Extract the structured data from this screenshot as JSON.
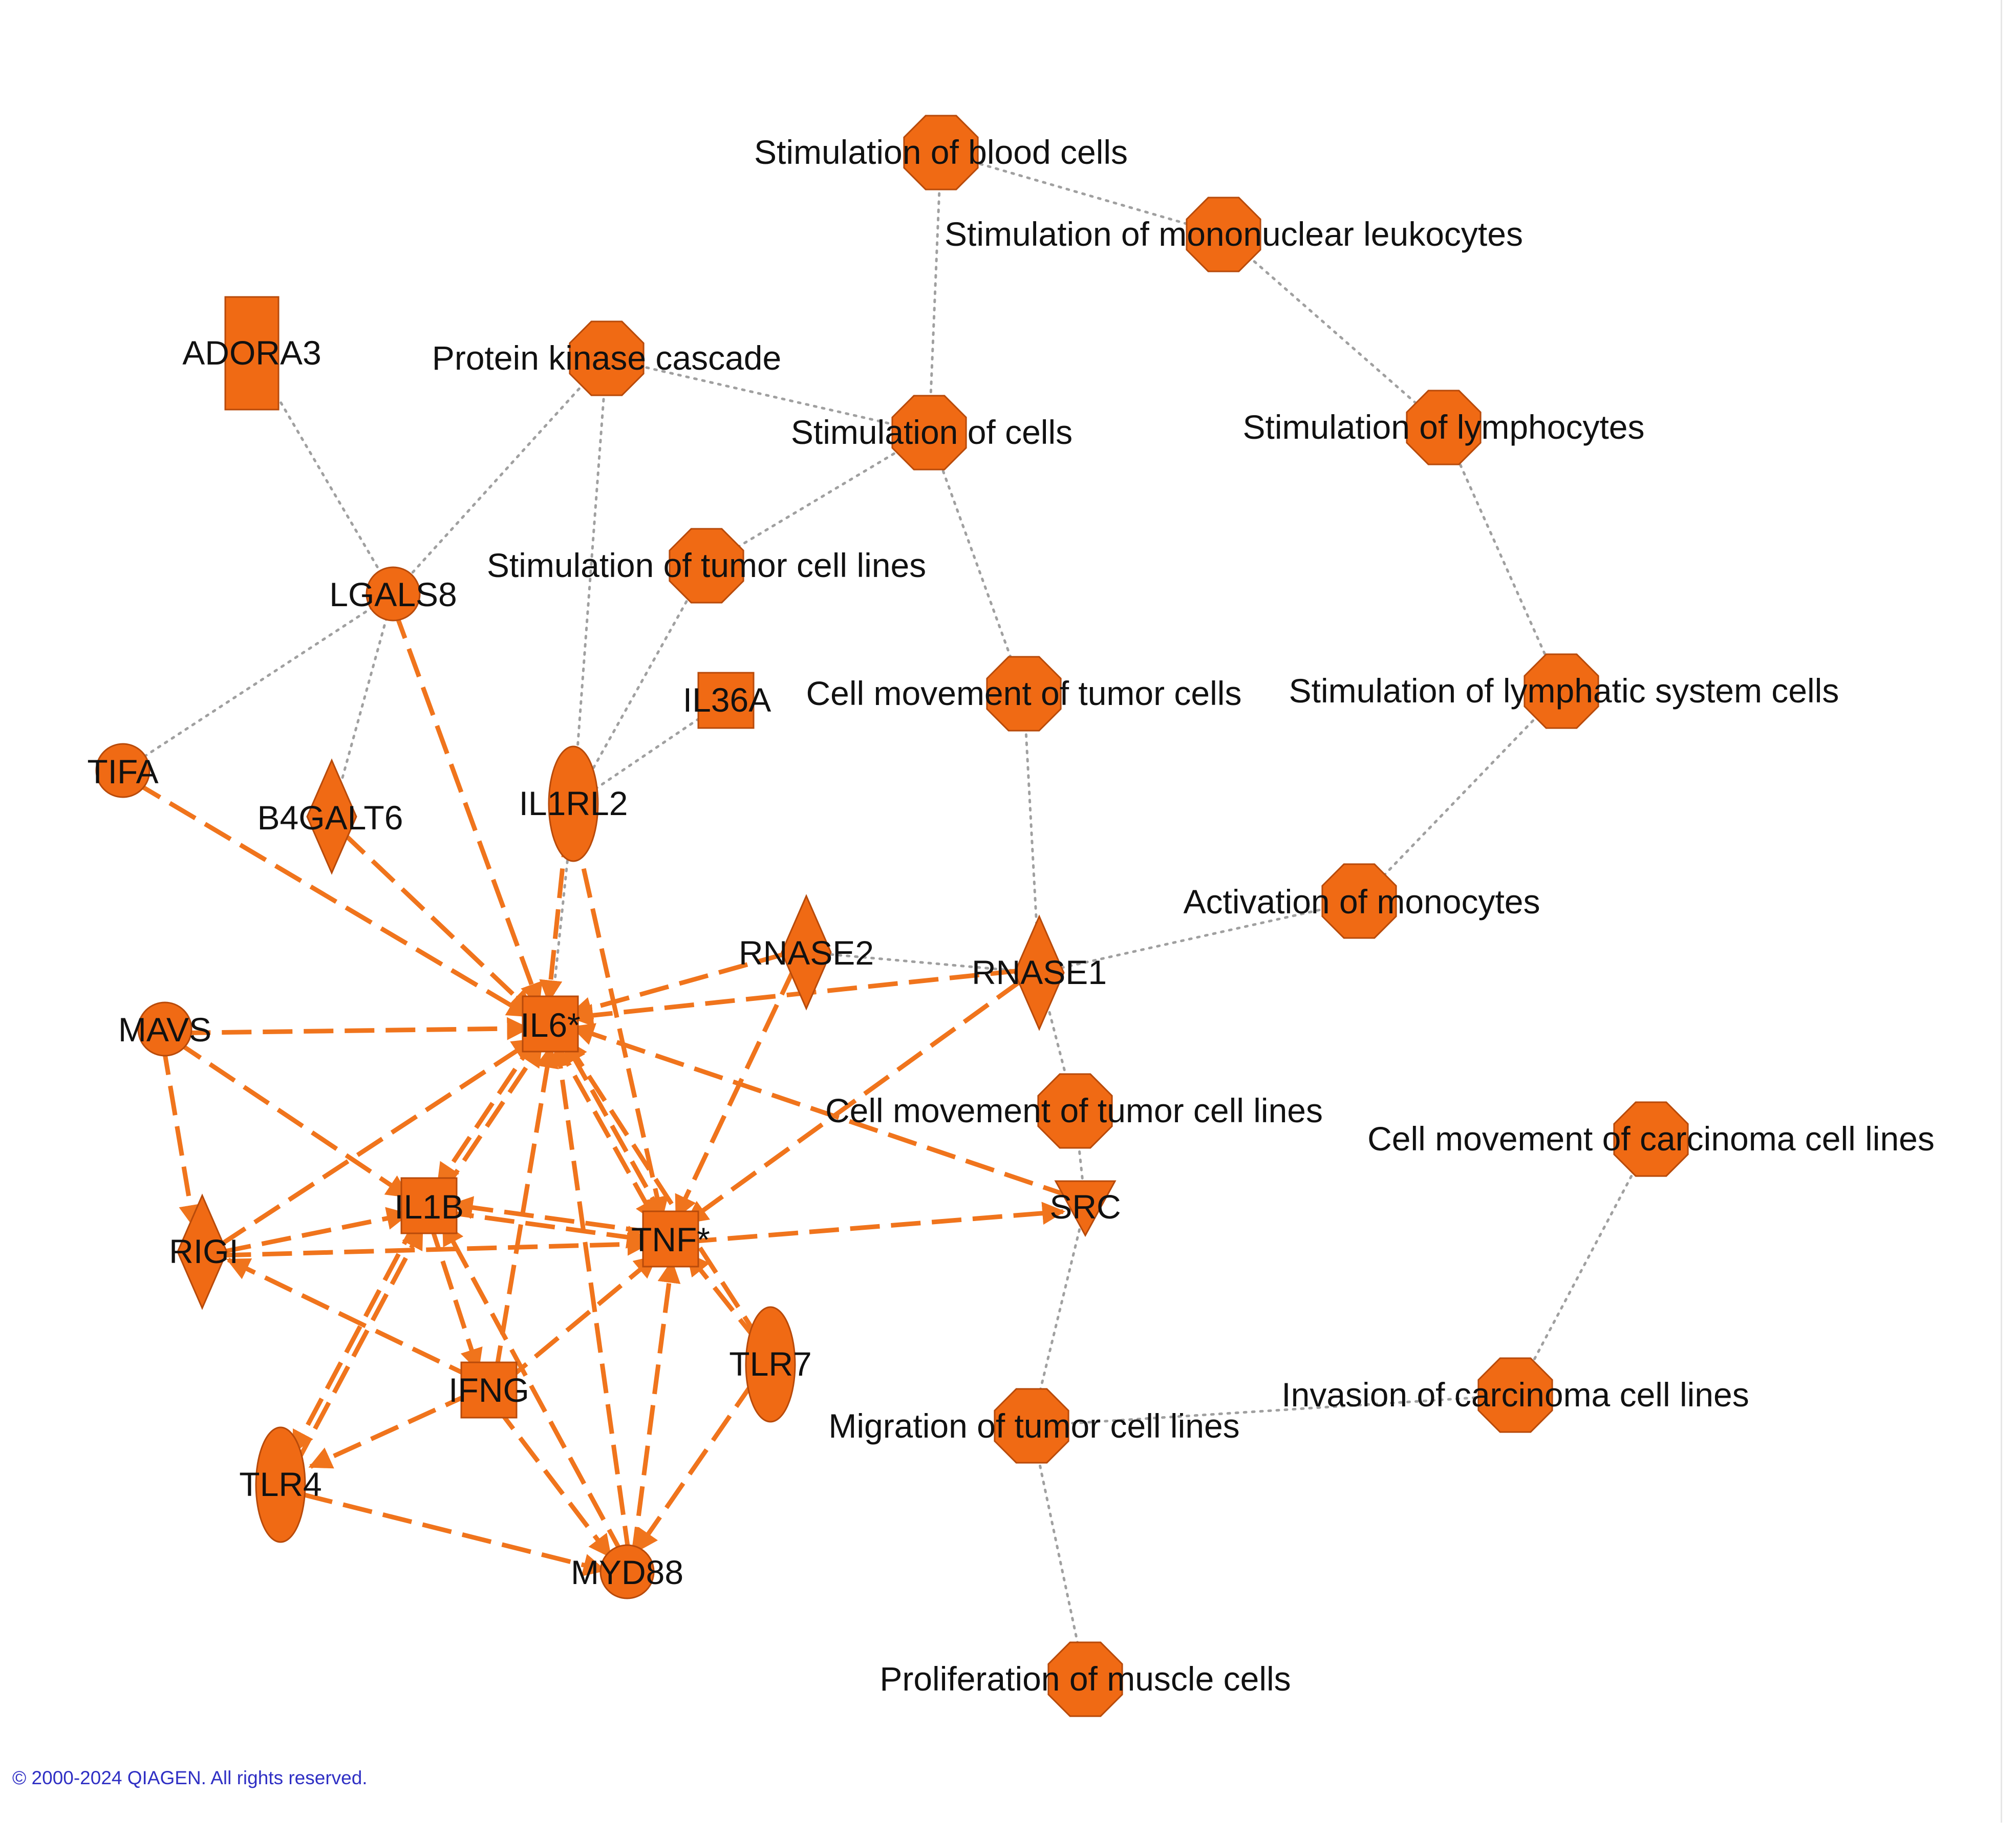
{
  "colors": {
    "node_fill": "#f06a14",
    "node_stroke": "#b84a0a",
    "edge_solid": "#f0741c",
    "edge_dotted": "#a0a0a0",
    "label": "#111111",
    "copyright": "#2f2fc4"
  },
  "nodes": [
    {
      "id": "stim_blood",
      "label": "Stimulation of blood cells",
      "shape": "octagon"
    },
    {
      "id": "stim_mono",
      "label": "Stimulation of mononuclear leukocytes",
      "shape": "octagon"
    },
    {
      "id": "adora3",
      "label": "ADORA3",
      "shape": "rect-tall"
    },
    {
      "id": "pkc",
      "label": "Protein kinase cascade",
      "shape": "octagon"
    },
    {
      "id": "stim_cells",
      "label": "Stimulation of cells",
      "shape": "octagon"
    },
    {
      "id": "stim_lymph",
      "label": "Stimulation of lymphocytes",
      "shape": "octagon"
    },
    {
      "id": "stim_tumor",
      "label": "Stimulation of tumor cell lines",
      "shape": "octagon"
    },
    {
      "id": "lgals8",
      "label": "LGALS8",
      "shape": "circle"
    },
    {
      "id": "il36a",
      "label": "IL36A",
      "shape": "square"
    },
    {
      "id": "cellmov_tc",
      "label": "Cell movement of tumor cells",
      "shape": "octagon"
    },
    {
      "id": "stim_lymphsys",
      "label": "Stimulation of lymphatic system cells",
      "shape": "octagon"
    },
    {
      "id": "tifa",
      "label": "TIFA",
      "shape": "circle"
    },
    {
      "id": "b4galt6",
      "label": "B4GALT6",
      "shape": "diamond"
    },
    {
      "id": "il1rl2",
      "label": "IL1RL2",
      "shape": "ellipse"
    },
    {
      "id": "act_mono",
      "label": "Activation of monocytes",
      "shape": "octagon"
    },
    {
      "id": "rnase2",
      "label": "RNASE2",
      "shape": "diamond"
    },
    {
      "id": "rnase1",
      "label": "RNASE1",
      "shape": "diamond"
    },
    {
      "id": "mavs",
      "label": "MAVS",
      "shape": "circle"
    },
    {
      "id": "il6",
      "label": "IL6*",
      "shape": "square"
    },
    {
      "id": "cellmov_tcl",
      "label": "Cell movement of tumor cell lines",
      "shape": "octagon"
    },
    {
      "id": "cellmov_ccl",
      "label": "Cell movement of carcinoma cell lines",
      "shape": "octagon"
    },
    {
      "id": "il1b",
      "label": "IL1B",
      "shape": "square"
    },
    {
      "id": "src",
      "label": "SRC",
      "shape": "triangle-down"
    },
    {
      "id": "rigi",
      "label": "RIGI",
      "shape": "diamond"
    },
    {
      "id": "tnf",
      "label": "TNF*",
      "shape": "square"
    },
    {
      "id": "tlr7",
      "label": "TLR7",
      "shape": "ellipse"
    },
    {
      "id": "ifng",
      "label": "IFNG",
      "shape": "square"
    },
    {
      "id": "invasion_ccl",
      "label": "Invasion of carcinoma cell lines",
      "shape": "octagon"
    },
    {
      "id": "migration_tcl",
      "label": "Migration of tumor cell lines",
      "shape": "octagon"
    },
    {
      "id": "tlr4",
      "label": "TLR4",
      "shape": "ellipse"
    },
    {
      "id": "myd88",
      "label": "MYD88",
      "shape": "circle"
    },
    {
      "id": "prolif_muscle",
      "label": "Proliferation of muscle cells",
      "shape": "octagon"
    }
  ],
  "dotted_edges": [
    [
      "stim_blood",
      "stim_mono"
    ],
    [
      "stim_blood",
      "stim_cells"
    ],
    [
      "stim_mono",
      "stim_lymph"
    ],
    [
      "pkc",
      "stim_cells"
    ],
    [
      "pkc",
      "lgals8"
    ],
    [
      "pkc",
      "il1rl2"
    ],
    [
      "adora3",
      "lgals8"
    ],
    [
      "stim_cells",
      "stim_tumor"
    ],
    [
      "stim_cells",
      "cellmov_tc"
    ],
    [
      "stim_lymph",
      "stim_lymphsys"
    ],
    [
      "stim_lymphsys",
      "act_mono"
    ],
    [
      "act_mono",
      "rnase1"
    ],
    [
      "stim_tumor",
      "il1rl2"
    ],
    [
      "lgals8",
      "tifa"
    ],
    [
      "lgals8",
      "b4galt6"
    ],
    [
      "il36a",
      "il1rl2"
    ],
    [
      "il1rl2",
      "il6"
    ],
    [
      "cellmov_tc",
      "rnase1"
    ],
    [
      "rnase2",
      "rnase1"
    ],
    [
      "rnase1",
      "cellmov_tcl"
    ],
    [
      "cellmov_tcl",
      "src"
    ],
    [
      "src",
      "migration_tcl"
    ],
    [
      "migration_tcl",
      "invasion_ccl"
    ],
    [
      "invasion_ccl",
      "cellmov_ccl"
    ],
    [
      "migration_tcl",
      "prolif_muscle"
    ]
  ],
  "arrow_edges": [
    [
      "lgals8",
      "il6"
    ],
    [
      "tifa",
      "il6"
    ],
    [
      "b4galt6",
      "il6"
    ],
    [
      "il1rl2",
      "il6"
    ],
    [
      "il1rl2",
      "tnf"
    ],
    [
      "mavs",
      "il6"
    ],
    [
      "mavs",
      "il1b"
    ],
    [
      "mavs",
      "rigi"
    ],
    [
      "rnase2",
      "il6"
    ],
    [
      "rnase2",
      "tnf"
    ],
    [
      "rnase1",
      "il6"
    ],
    [
      "rnase1",
      "tnf"
    ],
    [
      "src",
      "il6"
    ],
    [
      "tnf",
      "src"
    ],
    [
      "rigi",
      "il6"
    ],
    [
      "rigi",
      "il1b"
    ],
    [
      "rigi",
      "tnf"
    ],
    [
      "il1b",
      "il6"
    ],
    [
      "il6",
      "il1b"
    ],
    [
      "il1b",
      "tnf"
    ],
    [
      "tnf",
      "il1b"
    ],
    [
      "tnf",
      "il6"
    ],
    [
      "il6",
      "tnf"
    ],
    [
      "il1b",
      "ifng"
    ],
    [
      "ifng",
      "il6"
    ],
    [
      "ifng",
      "tnf"
    ],
    [
      "ifng",
      "rigi"
    ],
    [
      "ifng",
      "tlr4"
    ],
    [
      "ifng",
      "myd88"
    ],
    [
      "tlr4",
      "il1b"
    ],
    [
      "il1b",
      "tlr4"
    ],
    [
      "tlr4",
      "myd88"
    ],
    [
      "tlr7",
      "il6"
    ],
    [
      "tlr7",
      "tnf"
    ],
    [
      "tlr7",
      "myd88"
    ],
    [
      "myd88",
      "il6"
    ],
    [
      "myd88",
      "tnf"
    ],
    [
      "myd88",
      "il1b"
    ]
  ],
  "copyright": "© 2000-2024 QIAGEN. All rights reserved."
}
